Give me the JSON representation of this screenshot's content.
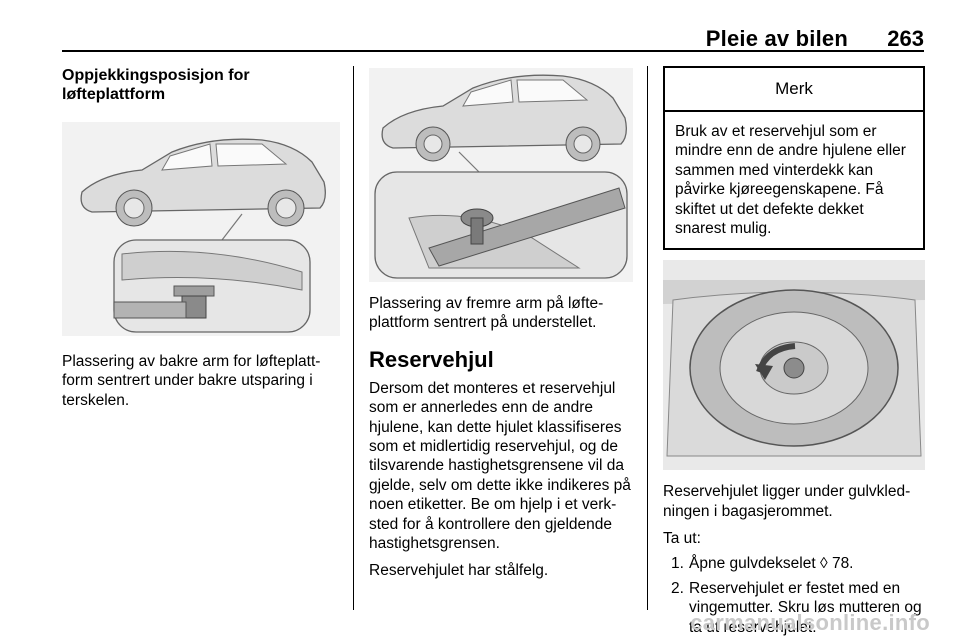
{
  "header": {
    "title": "Pleie av bilen",
    "page_number": "263"
  },
  "col1": {
    "heading": "Oppjekkingsposisjon for løfteplattform",
    "caption": "Plassering av bakre arm for løfteplatt-form sentrert under bakre utsparing i terskelen."
  },
  "col2": {
    "caption": "Plassering av fremre arm på løfte-plattform sentrert på understellet.",
    "section_title": "Reservehjul",
    "para1": "Dersom det monteres et reservehjul som er annerledes enn de andre hjulene, kan dette hjulet klassifiseres som et midlertidig reservehjul, og de tilsvarende hastighetsgrensene vil da gjelde, selv om dette ikke indikeres på noen etiketter. Be om hjelp i et verk-sted for å kontrollere den gjeldende hastighetsgrensen.",
    "para2": "Reservehjulet har stålfelg."
  },
  "col3": {
    "note_title": "Merk",
    "note_body": "Bruk av et reservehjul som er mindre enn de andre hjulene eller sammen med vinterdekk kan påvirke kjøreegenskapene. Få skiftet ut det defekte dekket snarest mulig.",
    "caption": "Reservehjulet ligger under gulvkled-ningen i bagasjerommet.",
    "intro": "Ta ut:",
    "steps": [
      {
        "num": "1.",
        "text": "Åpne gulvdekselet ◊ 78."
      },
      {
        "num": "2.",
        "text": "Reservehjulet er festet med en vingemutter. Skru løs mutteren og ta ut reservehjulet."
      }
    ]
  },
  "watermark": "carmanualsonline.info"
}
